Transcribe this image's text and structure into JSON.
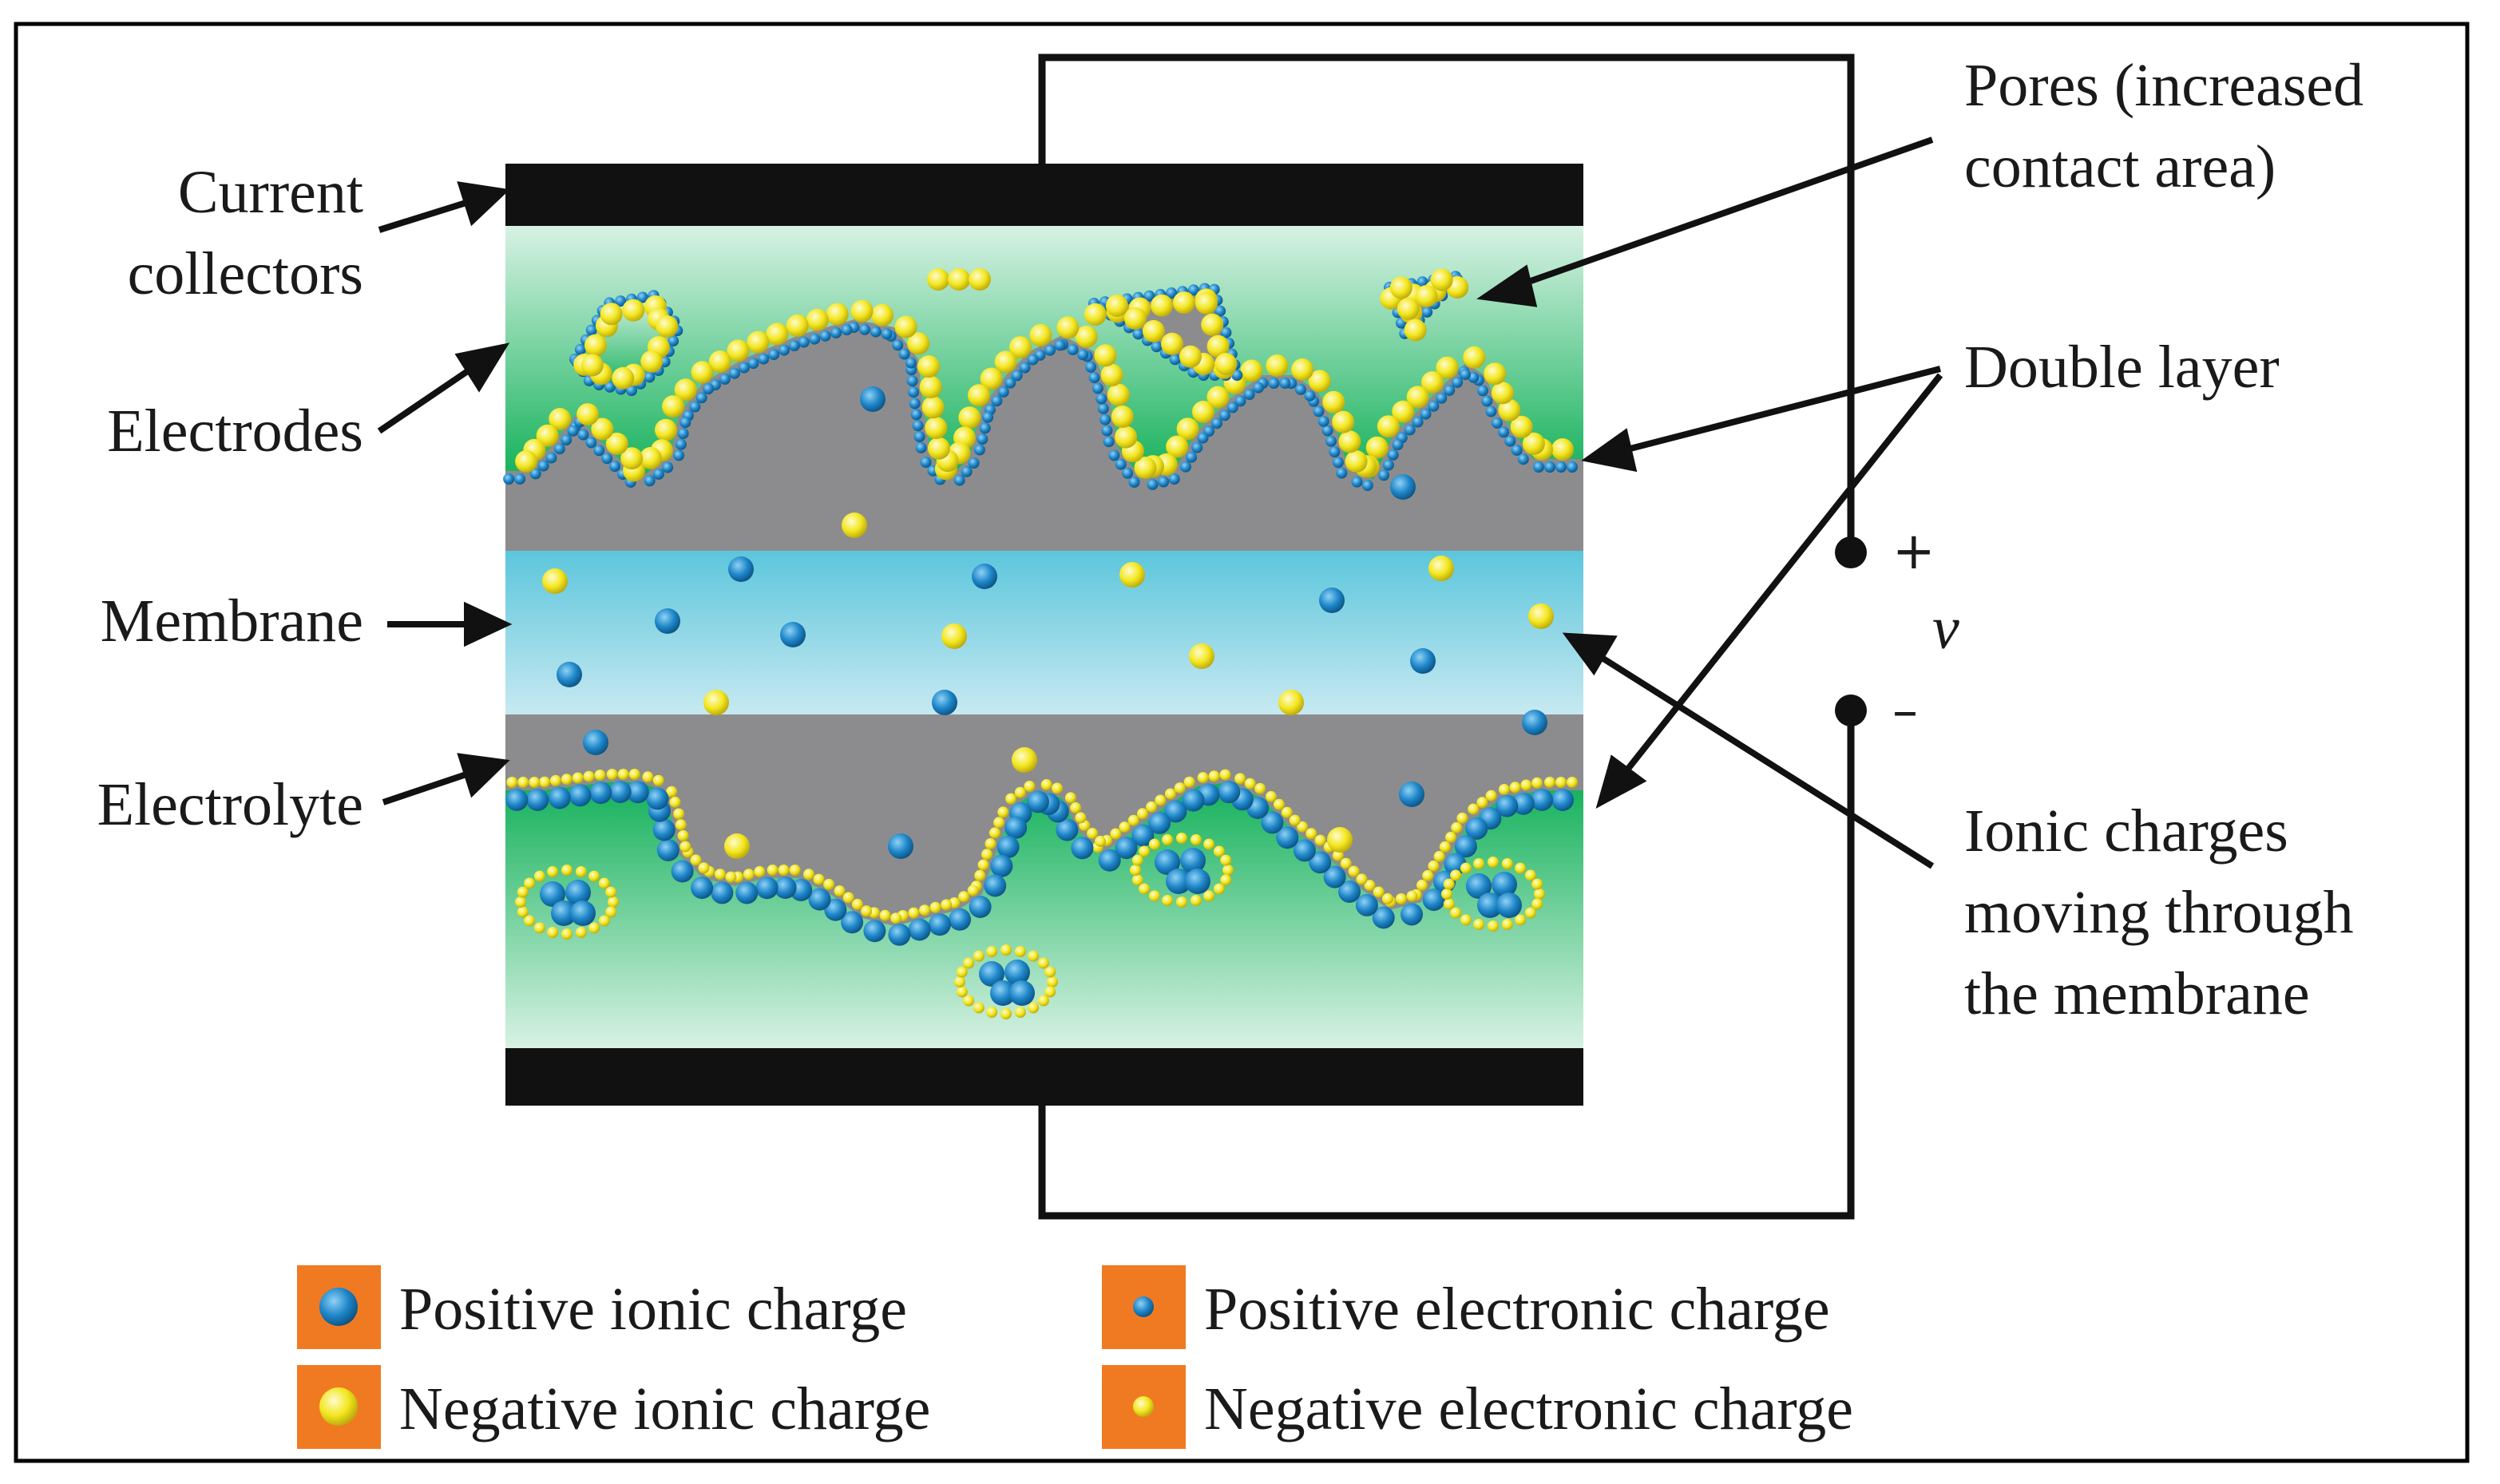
{
  "labels": {
    "current_collectors": [
      "Current",
      "collectors"
    ],
    "electrodes": "Electrodes",
    "membrane": "Membrane",
    "electrolyte": "Electrolyte",
    "pores": [
      "Pores (increased",
      "contact area)"
    ],
    "double_layer": "Double layer",
    "ionic_moving": [
      "Ionic charges",
      "moving through",
      "the membrane"
    ],
    "plus": "+",
    "minus": "–",
    "voltage": "v"
  },
  "legend": [
    {
      "label": "Positive ionic charge",
      "marker": "positive-ionic"
    },
    {
      "label": "Positive electronic charge",
      "marker": "positive-electronic"
    },
    {
      "label": "Negative ionic charge",
      "marker": "negative-ionic"
    },
    {
      "label": "Negative electronic charge",
      "marker": "negative-electronic"
    }
  ],
  "colors": {
    "collector": "#111111",
    "electrolyte": "#8c8c8e",
    "electrode_green": "#13b15a",
    "electrode_light": "#d8f2e4",
    "membrane_top": "#5cc6dc",
    "membrane_bottom": "#c7e9f1",
    "positive_charge": "#1e86c9",
    "negative_charge": "#f3e71f",
    "legend_box": "#f07a22"
  }
}
